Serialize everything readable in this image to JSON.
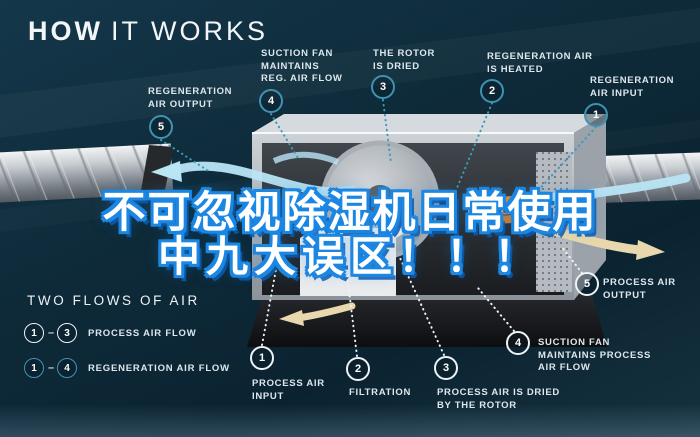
{
  "title": {
    "bold": "HOW",
    "light": "IT WORKS"
  },
  "headline": {
    "line1": "不可忽视除湿机日常使用",
    "line2": "中九大误区！！！",
    "fill_color": "#ffffff",
    "outline_color": "#1b87e3"
  },
  "legend": {
    "title": "TWO FLOWS OF AIR",
    "dash": "–",
    "rows": [
      {
        "from": "1",
        "to": "3",
        "label": "PROCESS AIR FLOW",
        "circle_style": "white"
      },
      {
        "from": "1",
        "to": "4",
        "label": "REGENERATION AIR FLOW",
        "circle_style": "teal"
      }
    ]
  },
  "annotations": {
    "reg_output": {
      "num": "5",
      "line1": "REGENERATION",
      "line2": "AIR OUTPUT"
    },
    "reg_fan": {
      "num": "4",
      "line1": "SUCTION FAN",
      "line2": "MAINTAINS",
      "line3": "REG. AIR FLOW"
    },
    "rotor_dried": {
      "num": "3",
      "line1": "THE ROTOR",
      "line2": "IS DRIED"
    },
    "reg_heated": {
      "num": "2",
      "line1": "REGENERATION AIR",
      "line2": "IS HEATED"
    },
    "reg_input": {
      "num": "1",
      "line1": "REGENERATION",
      "line2": "AIR INPUT"
    },
    "proc_input": {
      "num": "1",
      "line1": "PROCESS AIR",
      "line2": "INPUT"
    },
    "filtration": {
      "num": "2",
      "line1": "FILTRATION"
    },
    "proc_dried": {
      "num": "3",
      "line1": "PROCESS AIR IS DRIED",
      "line2": "BY THE ROTOR"
    },
    "proc_fan": {
      "num": "4",
      "line1": "SUCTION FAN",
      "line2": "MAINTAINS PROCESS",
      "line3": "AIR FLOW"
    },
    "proc_output": {
      "num": "5",
      "line1": "PROCESS AIR",
      "line2": "OUTPUT"
    }
  },
  "colors": {
    "background": "#0e2b3a",
    "label_text": "#dde7ed",
    "badge_teal_border": "#3f93b2",
    "badge_white_border": "#eef3f6",
    "flow_arrow_blue": "#b9e5f5",
    "flow_arrow_tan": "#e9d8ad",
    "heater_orange": "#e78c35",
    "machine_silver": "#c7ccd1"
  }
}
